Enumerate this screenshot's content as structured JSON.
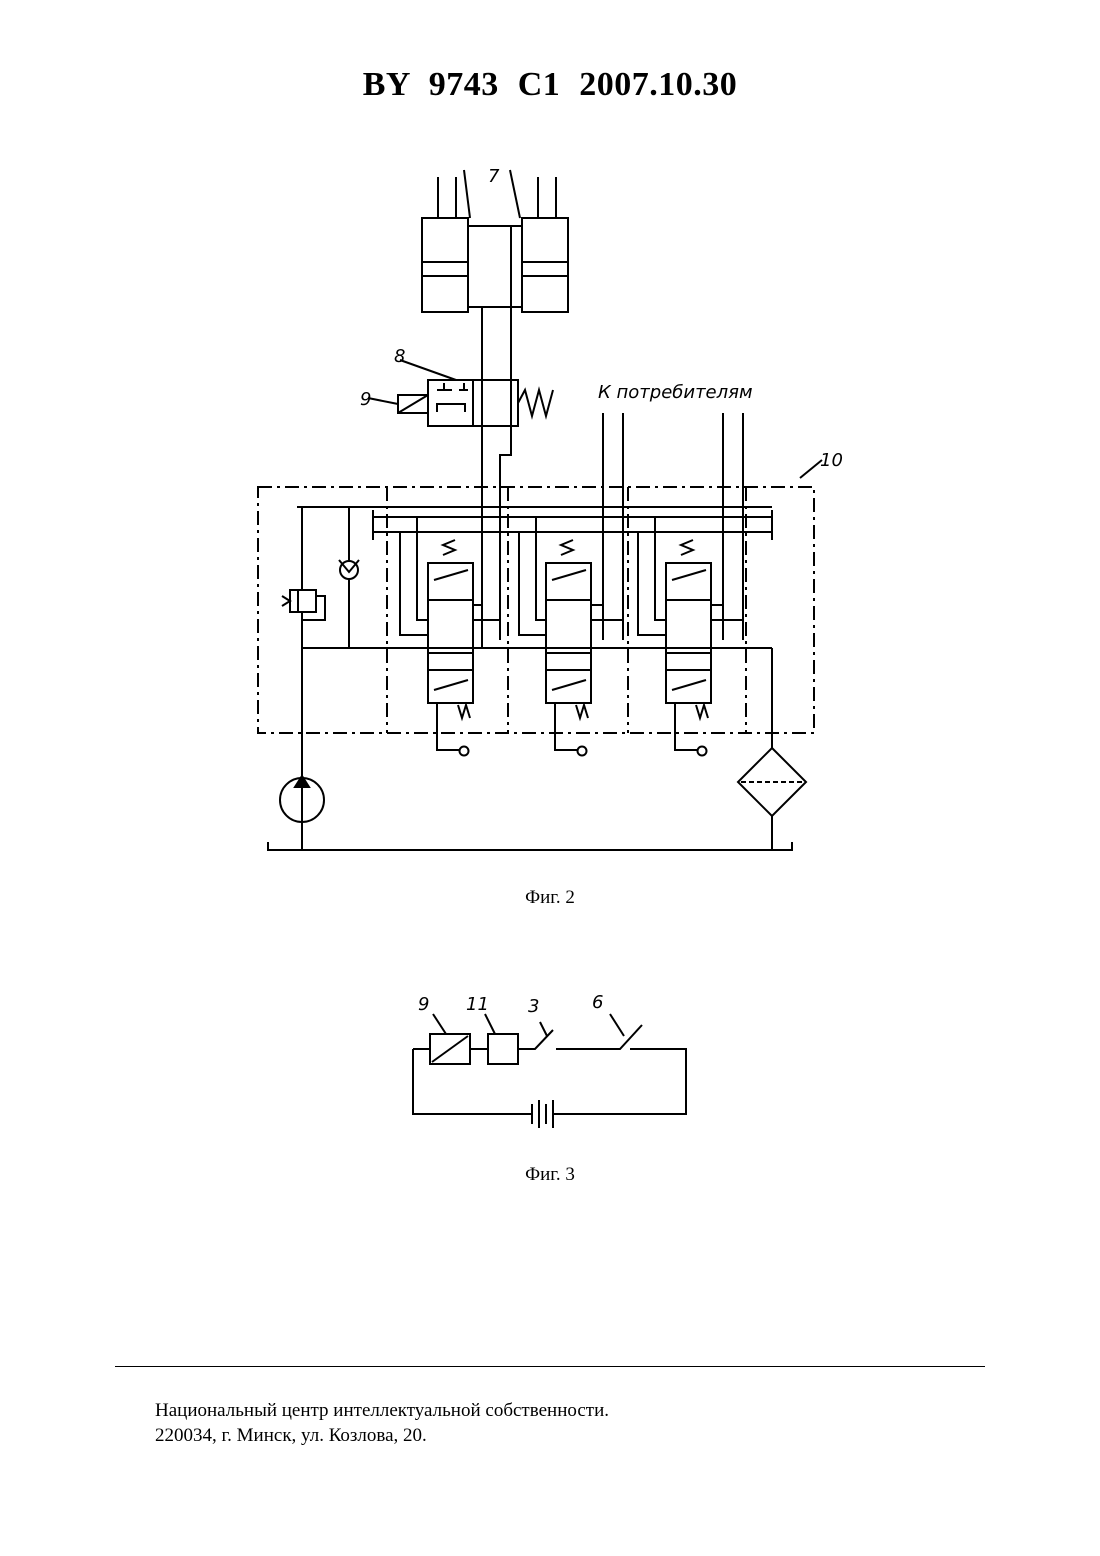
{
  "header": {
    "title": "BY 9743 C1 2007.10.30"
  },
  "figure2": {
    "caption": "Фиг. 2",
    "labels": {
      "l7": "7",
      "l8": "8",
      "l9": "9",
      "l10": "10",
      "consumers": "К потребителям"
    }
  },
  "figure3": {
    "caption": "Фиг. 3",
    "labels": {
      "l9": "9",
      "l11": "11",
      "l3": "3",
      "l6": "6"
    }
  },
  "footer": {
    "line1": "Национальный центр интеллектуальной собственности.",
    "line2": "220034, г. Минск, ул. Козлова, 20."
  }
}
